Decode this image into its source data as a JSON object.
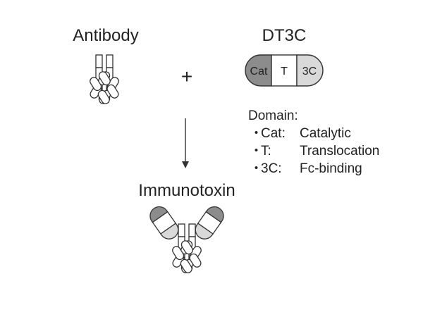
{
  "labels": {
    "antibody": "Antibody",
    "dt3c": "DT3C",
    "plus": "+",
    "immunotoxin": "Immunotoxin"
  },
  "dt3c_segments": {
    "cat": "Cat",
    "t": "T",
    "c3": "3C"
  },
  "legend": {
    "heading": "Domain:",
    "items": [
      {
        "key": "Cat:",
        "value": "Catalytic"
      },
      {
        "key": "T:",
        "value": "Translocation"
      },
      {
        "key": "3C:",
        "value": "Fc-binding"
      }
    ]
  },
  "colors": {
    "cat": "#8c8c8c",
    "t": "#ffffff",
    "c3": "#d9d9d9",
    "outline": "#333333",
    "text": "#222222"
  }
}
